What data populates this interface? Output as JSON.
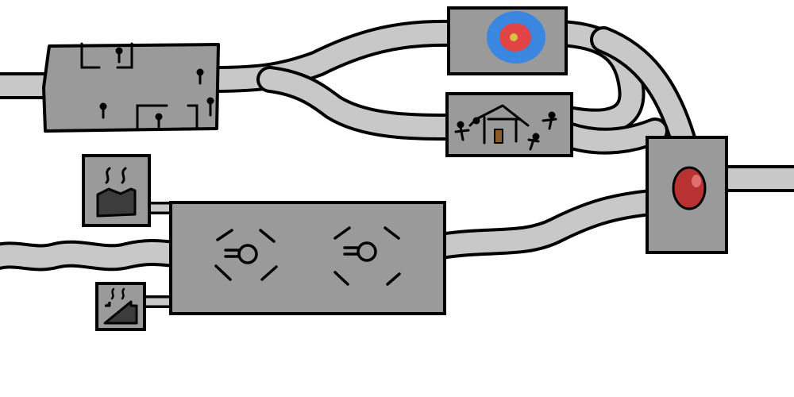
{
  "scene": {
    "kind": "tech-tree-map",
    "text_labels": []
  },
  "colors": {
    "background": "#ffffff",
    "path": "#c8c8c8",
    "node": "#9a9a9a",
    "outline": "#000000",
    "dark_icon": "#3c3c3c",
    "target_blue": "#3a86e0",
    "target_red": "#e04444",
    "target_yellow": "#d8c040",
    "gem_red": "#b83232",
    "door_brown": "#8a5a2a"
  },
  "nodes": [
    {
      "id": "start-building",
      "icon": "room-layout-icon"
    },
    {
      "id": "target-node",
      "icon": "target-icon"
    },
    {
      "id": "village-node",
      "icon": "village-house-icon"
    },
    {
      "id": "gem-node",
      "icon": "red-gem-icon"
    },
    {
      "id": "cooking-pot-top",
      "icon": "steaming-pot-icon"
    },
    {
      "id": "factory-node",
      "icon": "cog-machines-icon"
    },
    {
      "id": "cooking-pot-bottom",
      "icon": "steaming-pot-icon"
    }
  ]
}
